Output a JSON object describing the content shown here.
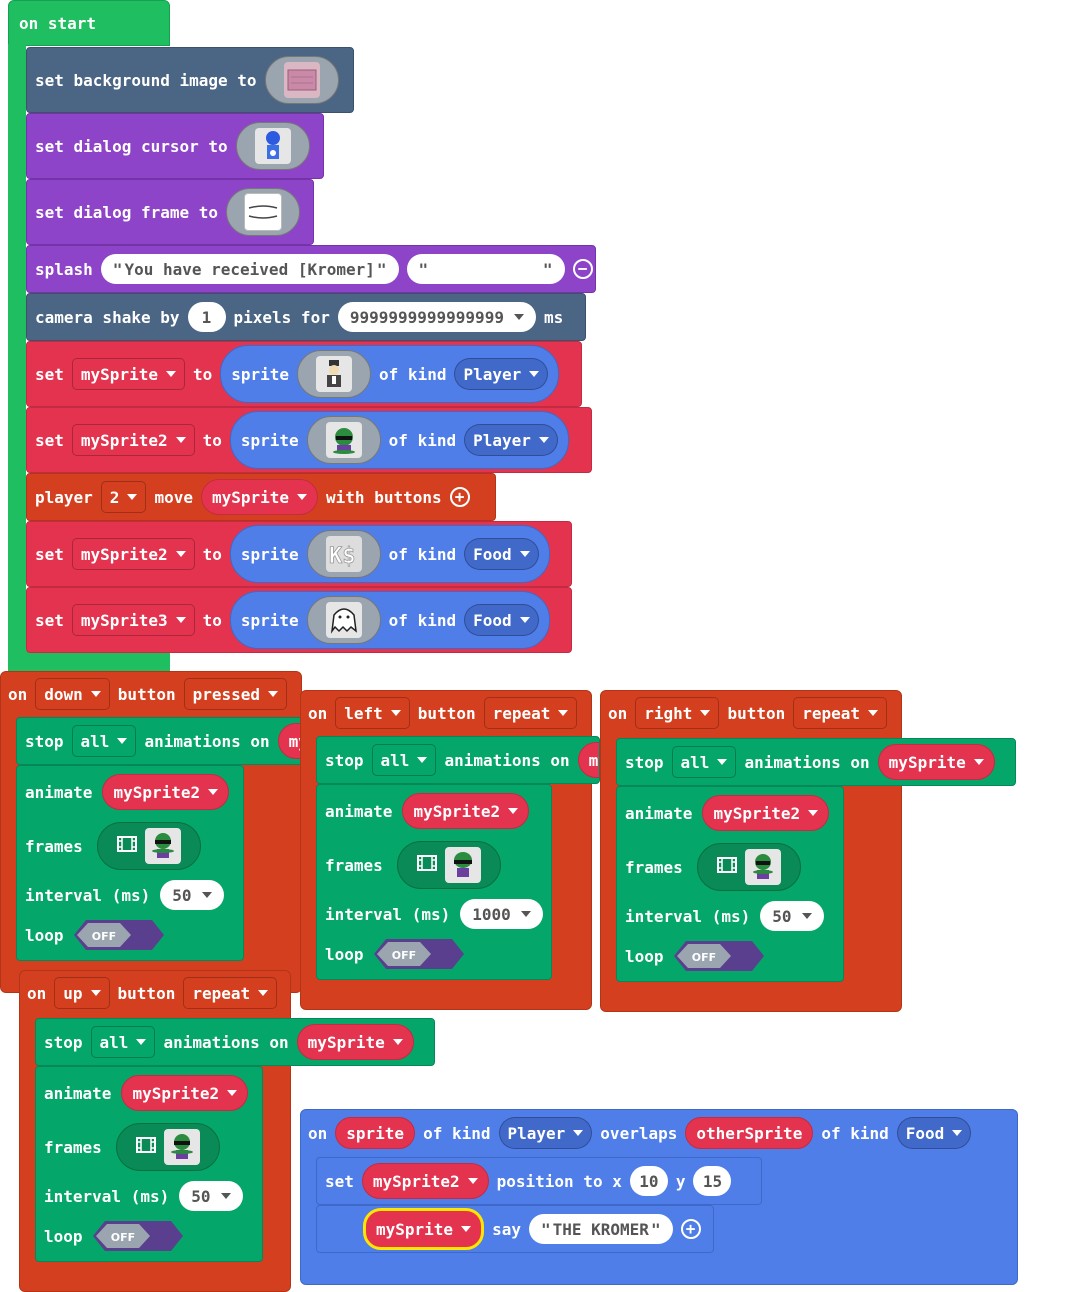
{
  "on_start": {
    "hat_label": "on start",
    "bg": {
      "label": "set background image to"
    },
    "cursor": {
      "label": "set dialog cursor to"
    },
    "frame": {
      "label": "set dialog frame to"
    },
    "splash": {
      "label": "splash",
      "text1": "You have received [Kromer]",
      "text2": ""
    },
    "shake": {
      "label1": "camera shake by",
      "amount": "1",
      "label2": "pixels for",
      "duration": "9999999999999999",
      "label3": "ms"
    },
    "set1": {
      "set": "set",
      "var": "mySprite",
      "to": "to",
      "sprite": "sprite",
      "of_kind": "of kind",
      "kind": "Player"
    },
    "set2": {
      "set": "set",
      "var": "mySprite2",
      "to": "to",
      "sprite": "sprite",
      "of_kind": "of kind",
      "kind": "Player"
    },
    "move": {
      "player": "player",
      "num": "2",
      "move": "move",
      "var": "mySprite",
      "with": "with buttons"
    },
    "set3": {
      "set": "set",
      "var": "mySprite2",
      "to": "to",
      "sprite": "sprite",
      "of_kind": "of kind",
      "kind": "Food"
    },
    "set4": {
      "set": "set",
      "var": "mySprite3",
      "to": "to",
      "sprite": "sprite",
      "of_kind": "of kind",
      "kind": "Food"
    }
  },
  "events": [
    {
      "on": "on",
      "button": "down",
      "label": "button",
      "mode": "pressed",
      "stop": "stop",
      "which": "all",
      "anim_on": "animations on",
      "target": "mySprite",
      "animate": "animate",
      "anim_var": "mySprite2",
      "frames": "frames",
      "interval": "interval (ms)",
      "ms": "50",
      "loop": "loop",
      "loop_state": "OFF"
    },
    {
      "on": "on",
      "button": "left",
      "label": "button",
      "mode": "repeat",
      "stop": "stop",
      "which": "all",
      "anim_on": "animations on",
      "target": "mySprite",
      "animate": "animate",
      "anim_var": "mySprite2",
      "frames": "frames",
      "interval": "interval (ms)",
      "ms": "1000",
      "loop": "loop",
      "loop_state": "OFF"
    },
    {
      "on": "on",
      "button": "right",
      "label": "button",
      "mode": "repeat",
      "stop": "stop",
      "which": "all",
      "anim_on": "animations on",
      "target": "mySprite",
      "animate": "animate",
      "anim_var": "mySprite2",
      "frames": "frames",
      "interval": "interval (ms)",
      "ms": "50",
      "loop": "loop",
      "loop_state": "OFF"
    },
    {
      "on": "on",
      "button": "up",
      "label": "button",
      "mode": "repeat",
      "stop": "stop",
      "which": "all",
      "anim_on": "animations on",
      "target": "mySprite",
      "animate": "animate",
      "anim_var": "mySprite2",
      "frames": "frames",
      "interval": "interval (ms)",
      "ms": "50",
      "loop": "loop",
      "loop_state": "OFF"
    }
  ],
  "overlap": {
    "on": "on",
    "sprite": "sprite",
    "of_kind": "of kind",
    "kind1": "Player",
    "overlaps": "overlaps",
    "other": "otherSprite",
    "of_kind2": "of kind",
    "kind2": "Food",
    "set": "set",
    "pos_var": "mySprite2",
    "pos_label": "position to x",
    "x": "10",
    "y_label": "y",
    "y": "15",
    "say_var": "mySprite",
    "say": "say",
    "say_text": "THE KROMER"
  },
  "colors": {
    "loops_green": "#1fbf61",
    "animation_green": "#05a66a",
    "scene_slate": "#4b6584",
    "game_purple": "#8e44c8",
    "sprites_red": "#e4334f",
    "controller_orange": "#d4401f",
    "overlap_blue": "#4f7ee8"
  },
  "icons": [
    "film-icon",
    "dropdown-caret-icon",
    "add-icon",
    "remove-icon"
  ]
}
